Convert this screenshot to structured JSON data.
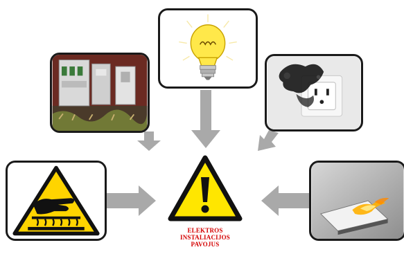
{
  "caption": {
    "lines": [
      "ELEKTROS",
      "INSTALIACIJOS",
      "PAVOJUS"
    ],
    "color": "#d40000"
  },
  "colors": {
    "arrow": "#a9a9a9",
    "frame_border": "#1a1a1a",
    "warning_yellow": "#ffe600",
    "warning_black": "#111111"
  },
  "frames": [
    {
      "id": "breakers",
      "icon": "circuit-breakers-icon"
    },
    {
      "id": "bulb",
      "icon": "lightbulb-icon"
    },
    {
      "id": "socket",
      "icon": "burnt-socket-icon"
    },
    {
      "id": "hot",
      "icon": "hot-surface-warning-icon"
    },
    {
      "id": "fire",
      "icon": "burning-switch-icon"
    }
  ],
  "center_icon": "exclamation-warning-icon"
}
